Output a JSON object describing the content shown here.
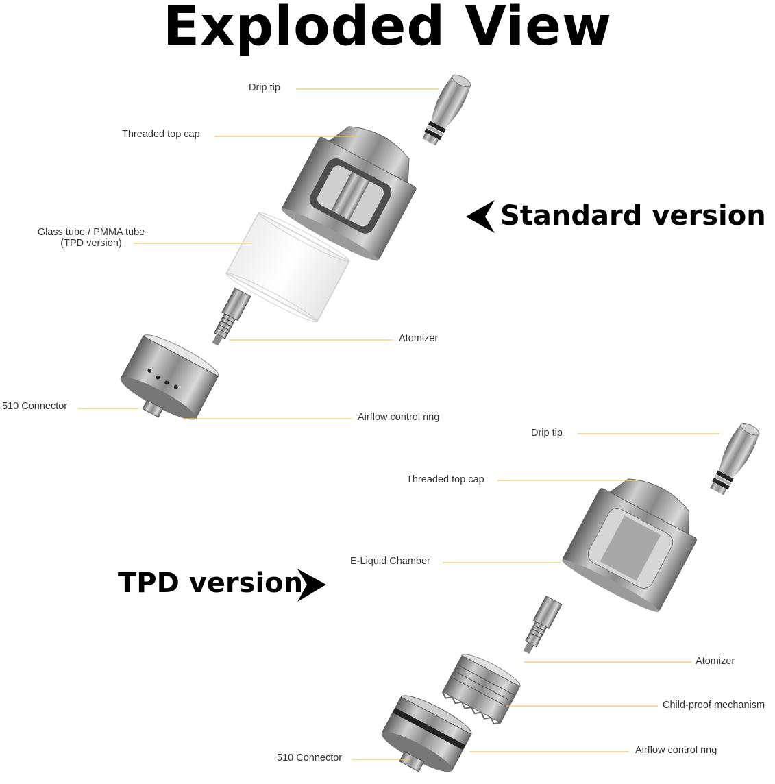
{
  "title": "Exploded View",
  "colors": {
    "leader_line": "#f2c864",
    "metal": "#a8a8a8",
    "text": "#333333",
    "heading": "#000000"
  },
  "standard": {
    "heading": "Standard version",
    "labels": {
      "drip_tip": "Drip tip",
      "top_cap": "Threaded top cap",
      "glass_tube": "Glass tube / PMMA tube",
      "glass_tube_note": "(TPD version)",
      "atomizer": "Atomizer",
      "connector": "510 Connector",
      "airflow": "Airflow control ring"
    }
  },
  "tpd": {
    "heading": "TPD version",
    "labels": {
      "drip_tip": "Drip tip",
      "top_cap": "Threaded top cap",
      "chamber": "E-Liquid Chamber",
      "atomizer": "Atomizer",
      "child_proof": "Child-proof mechanism",
      "connector": "510 Connector",
      "airflow": "Airflow control ring"
    }
  }
}
